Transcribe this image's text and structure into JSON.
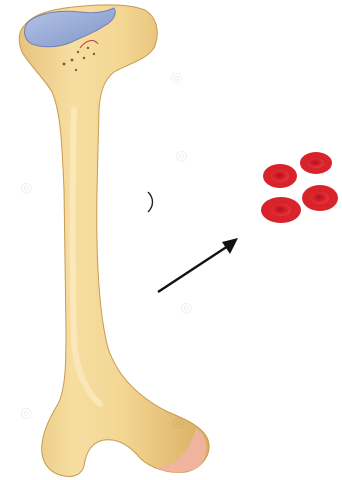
{
  "diagram": {
    "bone": {
      "name": "femur-bone",
      "shaft_color": "#f1d38f",
      "shaft_shadow": "#d8ad5f",
      "articular_cartilage_color": "#9aaed8",
      "distal_tip_color": "#f2b2a2"
    },
    "cells": {
      "name": "red-blood-cells",
      "count": 4,
      "color": "#d9232b",
      "center_color": "#b0121a"
    },
    "arrow": {
      "name": "arrow-to-cells",
      "color": "#111111"
    },
    "watermark": {
      "present": true
    }
  }
}
